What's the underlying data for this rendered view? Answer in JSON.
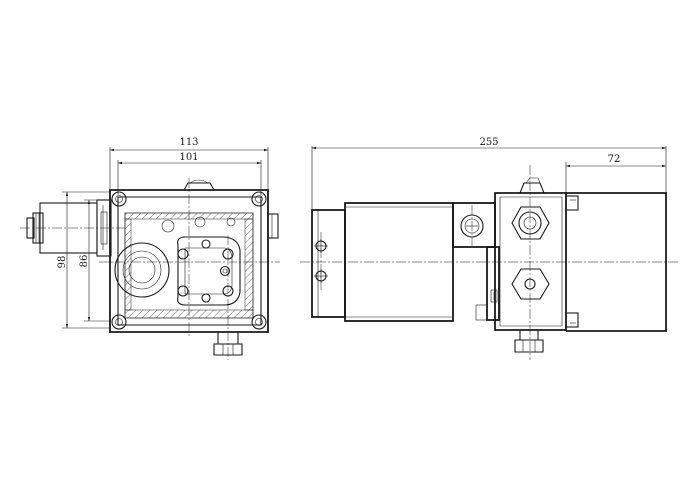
{
  "dimensions": {
    "front_width_outer": "113",
    "front_width_inner": "101",
    "front_height_outer": "98",
    "front_height_inner": "86",
    "side_length_total": "255",
    "side_length_tank": "72"
  }
}
